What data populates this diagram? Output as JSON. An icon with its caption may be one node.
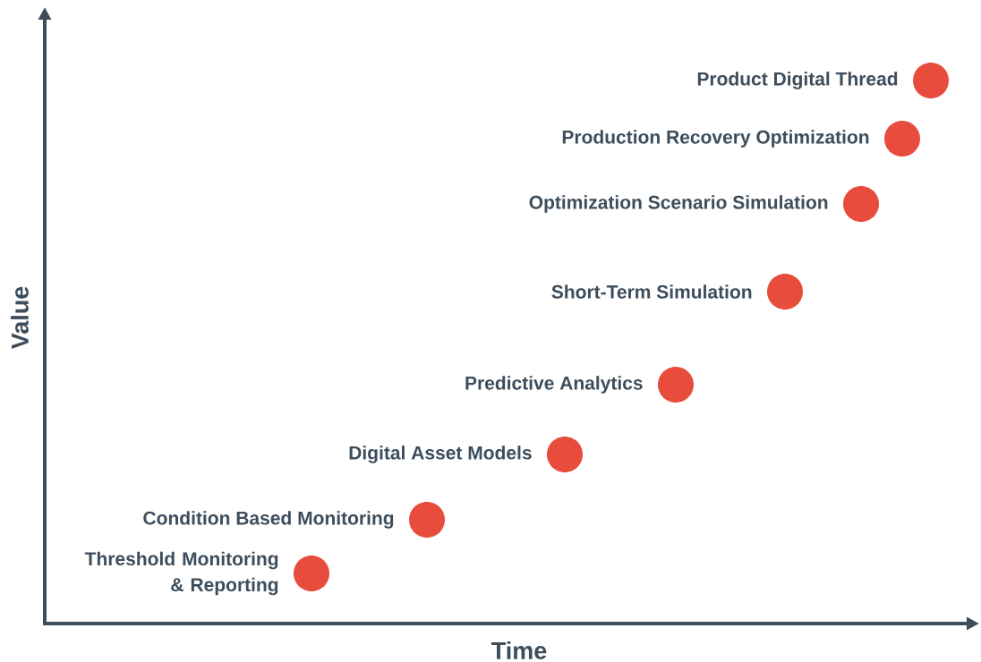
{
  "diagram": {
    "nodes": [
      {
        "text": [],
        "shape": "circle",
        "beside": [
          "Threshold Monitoring & Reporting"
        ]
      },
      {
        "text": [],
        "shape": "circle",
        "beside": [
          "Condition Based Monitoring"
        ]
      },
      {
        "text": [],
        "shape": "circle",
        "beside": [
          "Digital Asset Models"
        ]
      },
      {
        "text": [],
        "shape": "circle",
        "beside": [
          "Predictive Analytics"
        ]
      },
      {
        "text": [],
        "shape": "circle",
        "beside": [
          "Short-Term Simulation"
        ]
      },
      {
        "text": [],
        "shape": "circle",
        "beside": [
          "Optimization Scenario Simulation"
        ]
      },
      {
        "text": [],
        "shape": "circle",
        "beside": [
          "Production Recovery Optimization"
        ]
      },
      {
        "text": [],
        "shape": "circle",
        "beside": [
          "Product Digital Thread"
        ]
      }
    ],
    "labels": [
      "Value",
      "Time"
    ]
  }
}
